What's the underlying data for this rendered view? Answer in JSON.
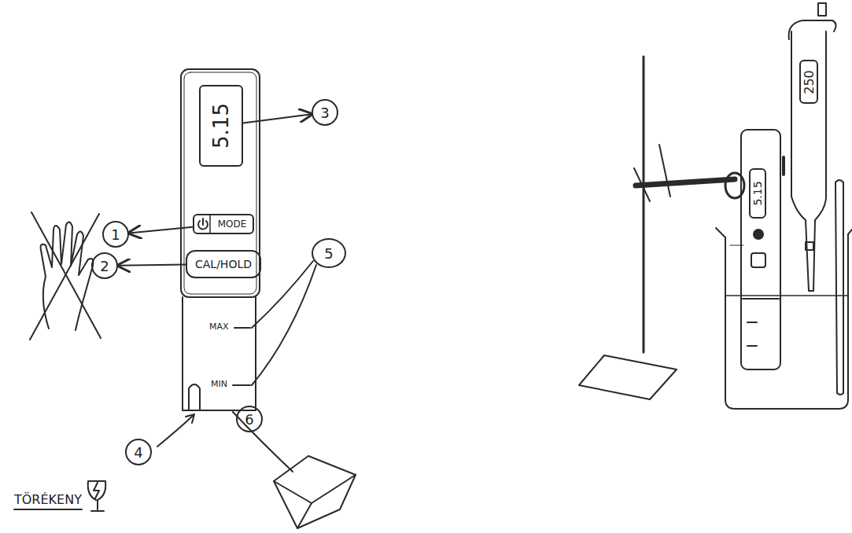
{
  "diagram": {
    "nodes": [
      {
        "text": [
          "5.15"
        ]
      },
      {
        "text": [
          "3"
        ]
      },
      {
        "text": [
          "1"
        ]
      },
      {
        "text": [
          "MODE"
        ]
      },
      {
        "text": [
          "2"
        ]
      },
      {
        "text": [
          "CAL/HOLD"
        ]
      },
      {
        "text": [
          "5"
        ]
      },
      {
        "text": [
          "4"
        ]
      },
      {
        "text": [
          "6"
        ]
      },
      {
        "text": [
          "5.15"
        ]
      },
      {
        "text": [
          "250"
        ]
      }
    ],
    "edges": [
      {
        "from": 0,
        "to": 1,
        "arrow": "to"
      },
      {
        "from": 3,
        "to": 2,
        "arrow": "to"
      },
      {
        "from": 5,
        "to": 4,
        "arrow": "to"
      }
    ],
    "labels": [
      "MAX",
      "MIN",
      "TÖRÉKENY"
    ]
  }
}
